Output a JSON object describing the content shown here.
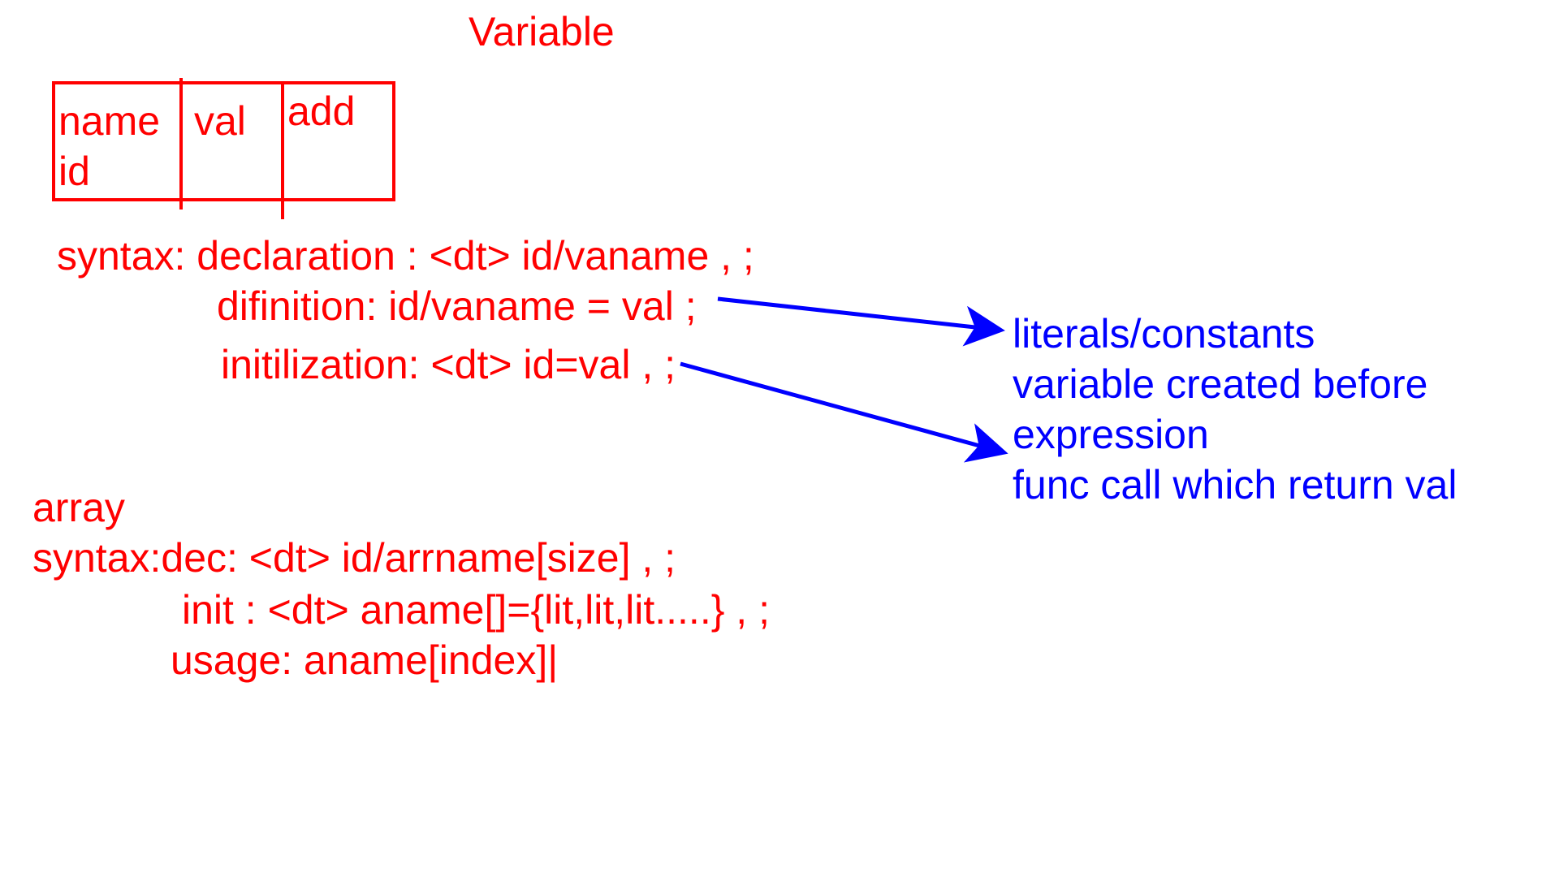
{
  "title": "Variable",
  "variable_box": {
    "cells": {
      "name": "name",
      "id": "id",
      "val": "val",
      "add": "add"
    }
  },
  "variable_syntax": {
    "declaration": "syntax: declaration : <dt> id/vaname , ;",
    "definition": "difinition: id/vaname = val ;",
    "initialization": "initilization: <dt> id=val , ;"
  },
  "array": {
    "title": "array",
    "declaration": "syntax:dec: <dt> id/arrname[size] , ;",
    "init": "init : <dt> aname[]={lit,lit,lit.....} , ;",
    "usage": "usage: aname[index]|"
  },
  "value_notes": [
    "literals/constants",
    "variable created before",
    "expression",
    "func call which return val"
  ],
  "colors": {
    "text_primary": "#ff0000",
    "text_notes": "#0000ff",
    "background": "#ffffff"
  }
}
